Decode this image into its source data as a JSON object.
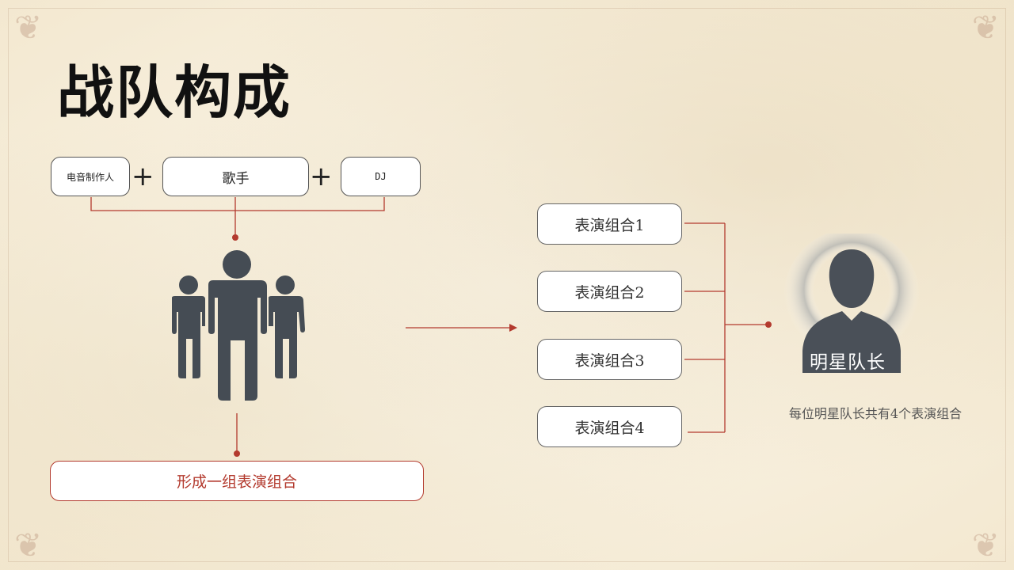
{
  "title": "战队构成",
  "roles": [
    {
      "label": "电音制作人"
    },
    {
      "label": "歌手"
    },
    {
      "label": "DJ"
    }
  ],
  "plus_symbol": "+",
  "result": "形成一组表演组合",
  "groups": [
    {
      "label": "表演组合1"
    },
    {
      "label": "表演组合2"
    },
    {
      "label": "表演组合3"
    },
    {
      "label": "表演组合4"
    }
  ],
  "captain": {
    "label": "明星队长",
    "description": "每位明星队长共有4个表演组合"
  },
  "colors": {
    "accent": "#b33a2e",
    "icon": "#454c54",
    "text": "#111111"
  }
}
